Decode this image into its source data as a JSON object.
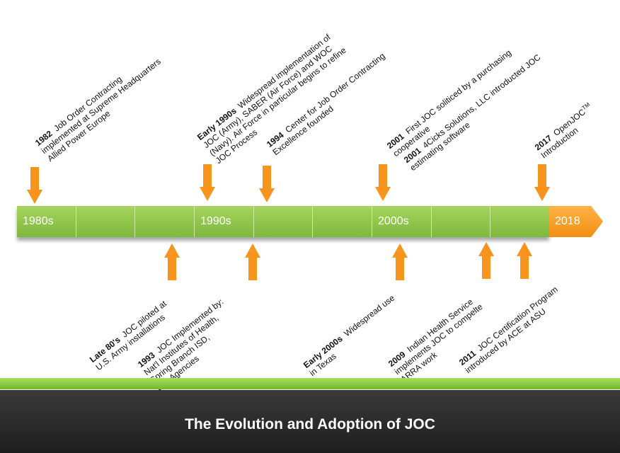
{
  "timeline": {
    "segments": [
      "1980s",
      "",
      "",
      "1990s",
      "",
      "",
      "2000s",
      "",
      ""
    ],
    "end_label": "2018"
  },
  "events_above": [
    {
      "year": "1982",
      "text": "Job Order Contracting",
      "lines": [
        "implemented at Supreme Headquarters",
        "Allied  Power Europe"
      ]
    },
    {
      "year": "Early 1990s",
      "text": "Widespread implementation of",
      "lines": [
        "JOC (Army), SABER (Air Force) and WOC",
        "(Navy). Air Force in particular begins to refine",
        "JOC Process"
      ]
    },
    {
      "year": "1994",
      "text": "Center for Job Order Contracting",
      "lines": [
        "Excellence founded"
      ]
    },
    {
      "year": "2001",
      "text": "First JOC soliticed by a purchasing",
      "lines": [
        "cooperative"
      ]
    },
    {
      "year": "2001",
      "text": "4Cicks Solutions, LLC introducted JOC",
      "lines": [
        "estimating software"
      ]
    },
    {
      "year": "2017",
      "text": "OpenJOC",
      "sup": "TM",
      "lines": [
        "Introduction"
      ]
    }
  ],
  "events_below": [
    {
      "year": "Late 80's",
      "text": "JOC piloted at",
      "lines": [
        "U.S. Army installations"
      ]
    },
    {
      "year": "1993",
      "text": "JOC Implemented by:",
      "lines": [
        "Nat'l Institutes of Health,",
        "Spring Branch ISD,",
        "City Agencies"
      ]
    },
    {
      "year": "Early 2000s",
      "text": "Widespread use",
      "lines": [
        "in Texas"
      ]
    },
    {
      "year": "2009",
      "text": "Indian Health Service",
      "lines": [
        "implements JOC to compelte",
        "ARRA work"
      ]
    },
    {
      "year": "2011",
      "text": "JOC Certification Program",
      "lines": [
        "introduced by ACE at ASU"
      ]
    }
  ],
  "footer": {
    "title": "The Evolution and Adoption of JOC"
  },
  "colors": {
    "bar_green": "#8cc63f",
    "arrow_orange": "#f7941d",
    "footer_dark": "#262626",
    "band_green": "#8ed14a"
  }
}
